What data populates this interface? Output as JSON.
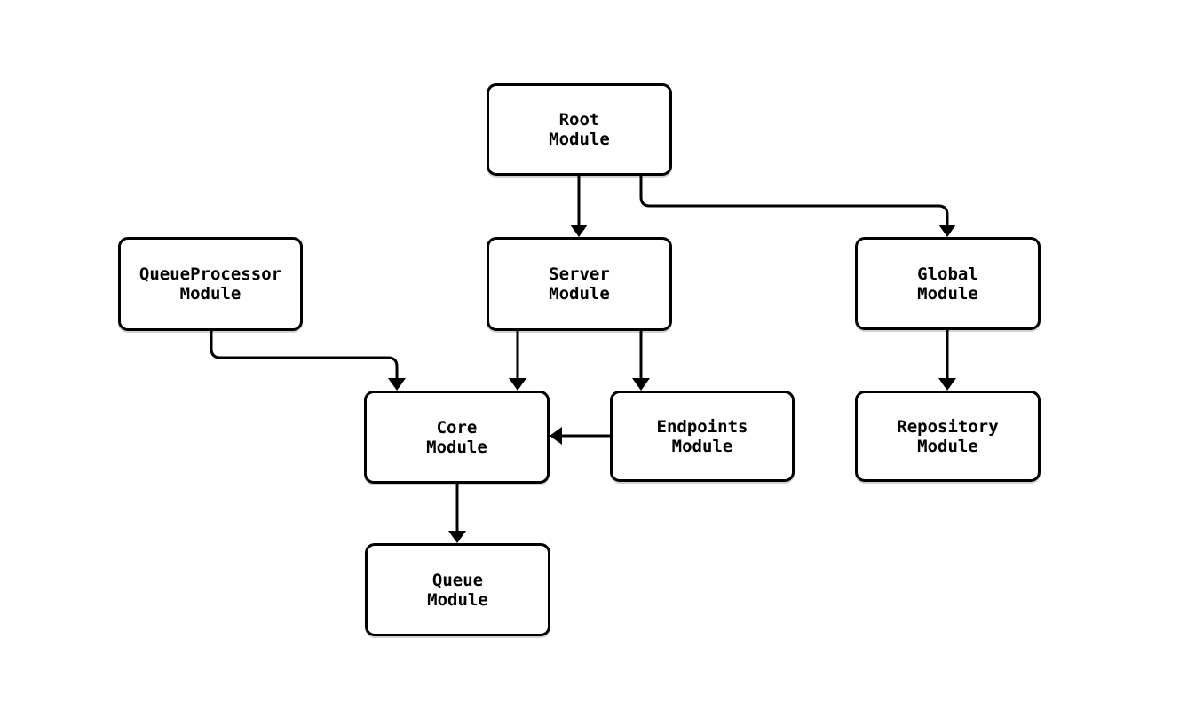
{
  "diagram": {
    "type": "module-dependency-flowchart",
    "nodes": {
      "root": {
        "line1": "Root",
        "line2": "Module"
      },
      "queueprocessor": {
        "line1": "QueueProcessor",
        "line2": "Module"
      },
      "server": {
        "line1": "Server",
        "line2": "Module"
      },
      "global": {
        "line1": "Global",
        "line2": "Module"
      },
      "core": {
        "line1": "Core",
        "line2": "Module"
      },
      "endpoints": {
        "line1": "Endpoints",
        "line2": "Module"
      },
      "repository": {
        "line1": "Repository",
        "line2": "Module"
      },
      "queue": {
        "line1": "Queue",
        "line2": "Module"
      }
    },
    "edges": [
      {
        "from": "Root Module",
        "to": "Server Module"
      },
      {
        "from": "Root Module",
        "to": "Global Module"
      },
      {
        "from": "QueueProcessor Module",
        "to": "Core Module"
      },
      {
        "from": "Server Module",
        "to": "Core Module"
      },
      {
        "from": "Server Module",
        "to": "Endpoints Module"
      },
      {
        "from": "Endpoints Module",
        "to": "Core Module"
      },
      {
        "from": "Global Module",
        "to": "Repository Module"
      },
      {
        "from": "Core Module",
        "to": "Queue Module"
      }
    ],
    "colors": {
      "stroke": "#000000",
      "node_fill": "#ffffff",
      "background": "#ffffff"
    }
  }
}
